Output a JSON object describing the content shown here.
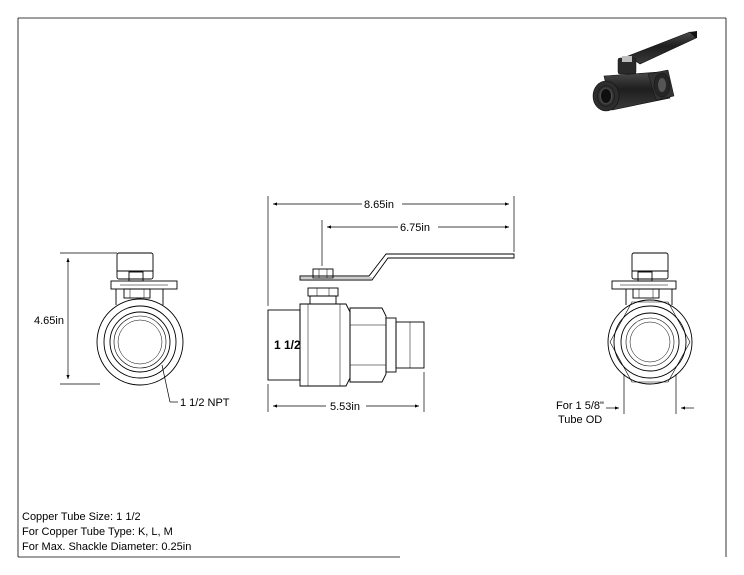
{
  "dimensions": {
    "overall_length": "8.65in",
    "handle_length": "6.75in",
    "height": "4.65in",
    "body_length": "5.53in",
    "port_size": "1 1/2",
    "npt_label": "1 1/2 NPT",
    "tube_od_line1": "For 1 5/8\"",
    "tube_od_line2": "Tube OD"
  },
  "notes": {
    "line1": "Copper Tube Size: 1 1/2",
    "line2": "For Copper Tube Type: K, L, M",
    "line3": "For Max. Shackle Diameter: 0.25in"
  },
  "colors": {
    "valve_body_dark": "#2b2b2b",
    "handle_dark": "#1f1f1f",
    "line": "#000000"
  }
}
